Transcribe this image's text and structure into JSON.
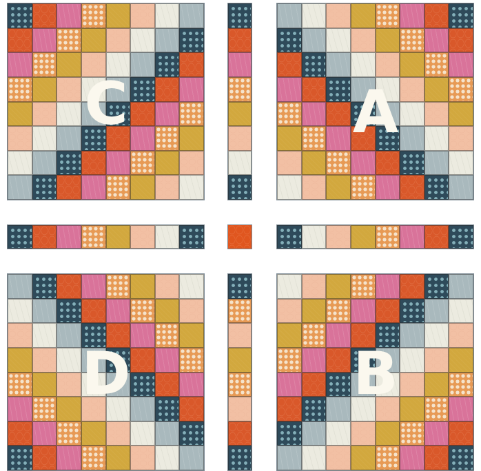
{
  "colors": {
    "navy": "#2e4a5a",
    "orange": "#d9582a",
    "pink": "#d9739a",
    "floral": "#e79a55",
    "mustard": "#d2a83e",
    "peach": "#f2c0a4",
    "cream": "#ecebe0",
    "grey": "#a9b9bd",
    "center": "#e0561f"
  },
  "labels": {
    "a": "A",
    "b": "B",
    "c": "C",
    "d": "D"
  },
  "quadrants": {
    "c": [
      [
        "navy",
        "orange",
        "pink",
        "floral",
        "mustard",
        "peach",
        "cream",
        "grey"
      ],
      [
        "orange",
        "pink",
        "floral",
        "mustard",
        "peach",
        "cream",
        "grey",
        "navy"
      ],
      [
        "pink",
        "floral",
        "mustard",
        "peach",
        "cream",
        "grey",
        "navy",
        "orange"
      ],
      [
        "floral",
        "mustard",
        "peach",
        "cream",
        "grey",
        "navy",
        "orange",
        "pink"
      ],
      [
        "mustard",
        "peach",
        "cream",
        "grey",
        "navy",
        "orange",
        "pink",
        "floral"
      ],
      [
        "peach",
        "cream",
        "grey",
        "navy",
        "orange",
        "pink",
        "floral",
        "mustard"
      ],
      [
        "cream",
        "grey",
        "navy",
        "orange",
        "pink",
        "floral",
        "mustard",
        "peach"
      ],
      [
        "grey",
        "navy",
        "orange",
        "pink",
        "floral",
        "mustard",
        "peach",
        "cream"
      ]
    ],
    "a": [
      [
        "grey",
        "cream",
        "peach",
        "mustard",
        "floral",
        "pink",
        "orange",
        "navy"
      ],
      [
        "navy",
        "grey",
        "cream",
        "peach",
        "mustard",
        "floral",
        "pink",
        "orange"
      ],
      [
        "orange",
        "navy",
        "grey",
        "cream",
        "peach",
        "mustard",
        "floral",
        "pink"
      ],
      [
        "pink",
        "orange",
        "navy",
        "grey",
        "cream",
        "peach",
        "mustard",
        "floral"
      ],
      [
        "floral",
        "pink",
        "orange",
        "navy",
        "grey",
        "cream",
        "peach",
        "mustard"
      ],
      [
        "mustard",
        "floral",
        "pink",
        "orange",
        "navy",
        "grey",
        "cream",
        "peach"
      ],
      [
        "peach",
        "mustard",
        "floral",
        "pink",
        "orange",
        "navy",
        "grey",
        "cream"
      ],
      [
        "cream",
        "peach",
        "mustard",
        "floral",
        "pink",
        "orange",
        "navy",
        "grey"
      ]
    ],
    "d": [
      [
        "grey",
        "navy",
        "orange",
        "pink",
        "floral",
        "mustard",
        "peach",
        "cream"
      ],
      [
        "cream",
        "grey",
        "navy",
        "orange",
        "pink",
        "floral",
        "mustard",
        "peach"
      ],
      [
        "peach",
        "cream",
        "grey",
        "navy",
        "orange",
        "pink",
        "floral",
        "mustard"
      ],
      [
        "mustard",
        "peach",
        "cream",
        "grey",
        "navy",
        "orange",
        "pink",
        "floral"
      ],
      [
        "floral",
        "mustard",
        "peach",
        "cream",
        "grey",
        "navy",
        "orange",
        "pink"
      ],
      [
        "pink",
        "floral",
        "mustard",
        "peach",
        "cream",
        "grey",
        "navy",
        "orange"
      ],
      [
        "orange",
        "pink",
        "floral",
        "mustard",
        "peach",
        "cream",
        "grey",
        "navy"
      ],
      [
        "navy",
        "orange",
        "pink",
        "floral",
        "mustard",
        "peach",
        "cream",
        "grey"
      ]
    ],
    "b": [
      [
        "cream",
        "peach",
        "mustard",
        "floral",
        "pink",
        "orange",
        "navy",
        "grey"
      ],
      [
        "peach",
        "mustard",
        "floral",
        "pink",
        "orange",
        "navy",
        "grey",
        "cream"
      ],
      [
        "mustard",
        "floral",
        "pink",
        "orange",
        "navy",
        "grey",
        "cream",
        "peach"
      ],
      [
        "floral",
        "pink",
        "orange",
        "navy",
        "grey",
        "cream",
        "peach",
        "mustard"
      ],
      [
        "pink",
        "orange",
        "navy",
        "grey",
        "cream",
        "peach",
        "mustard",
        "floral"
      ],
      [
        "orange",
        "navy",
        "grey",
        "cream",
        "peach",
        "mustard",
        "floral",
        "pink"
      ],
      [
        "navy",
        "grey",
        "cream",
        "peach",
        "mustard",
        "floral",
        "pink",
        "orange"
      ],
      [
        "grey",
        "cream",
        "peach",
        "mustard",
        "floral",
        "pink",
        "orange",
        "navy"
      ]
    ]
  },
  "sashing": {
    "top": [
      "navy",
      "orange",
      "pink",
      "floral",
      "mustard",
      "peach",
      "cream",
      "navy"
    ],
    "bottom": [
      "navy",
      "floral",
      "peach",
      "mustard",
      "floral",
      "peach",
      "orange",
      "navy"
    ],
    "left": [
      "navy",
      "orange",
      "pink",
      "floral",
      "mustard",
      "peach",
      "cream",
      "navy"
    ],
    "right": [
      "navy",
      "cream",
      "peach",
      "mustard",
      "floral",
      "pink",
      "orange",
      "navy"
    ],
    "center": "orange"
  }
}
